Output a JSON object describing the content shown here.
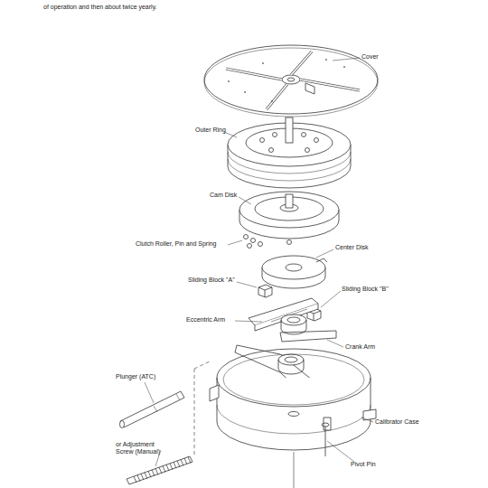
{
  "diagram": {
    "labels": [
      "of operation and then about twice yearly.",
      "Cover",
      "Outer Ring",
      "Cam Disk",
      "Clutch Roller, Pin and Spring",
      "Center Disk",
      "Sliding Block \"A\"",
      "Sliding Block \"B\"",
      "Eccentric Arm",
      "Crank Arm",
      "Plunger (ATC)",
      "or Adjustment Screw (Manual)",
      "Calibrator Case",
      "Pivot Pin"
    ]
  }
}
